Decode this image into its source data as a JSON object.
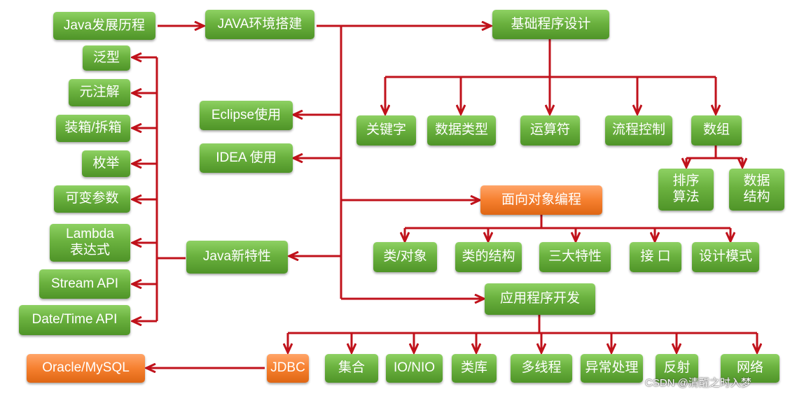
{
  "nodes": {
    "java_history": "Java发展历程",
    "java_env": "JAVA环境搭建",
    "basic_programming": "基础程序设计",
    "generics": "泛型",
    "annotations": "元注解",
    "boxing": "装箱/拆箱",
    "enum": "枚举",
    "varargs": "可变参数",
    "lambda": "Lambda\n表达式",
    "stream_api": "Stream API",
    "datetime_api": "Date/Time API",
    "eclipse": "Eclipse使用",
    "idea": "IDEA 使用",
    "java_new": "Java新特性",
    "keywords": "关键字",
    "data_types": "数据类型",
    "operators": "运算符",
    "flow_control": "流程控制",
    "arrays": "数组",
    "sorting": "排序\n算法",
    "data_structures": "数据\n结构",
    "oop": "面向对象编程",
    "class_object": "类/对象",
    "class_structure": "类的结构",
    "three_features": "三大特性",
    "interface": "接 口",
    "design_patterns": "设计模式",
    "app_dev": "应用程序开发",
    "jdbc": "JDBC",
    "oracle_mysql": "Oracle/MySQL",
    "collections": "集合",
    "io_nio": "IO/NIO",
    "class_library": "类库",
    "multithreading": "多线程",
    "exception_handling": "异常处理",
    "reflection": "反射",
    "networking": "网络"
  },
  "watermark": "CSDN @清醒之时入梦",
  "colors": {
    "green": "#6bb23f",
    "orange": "#f6802f",
    "arrow": "#c0121b"
  }
}
